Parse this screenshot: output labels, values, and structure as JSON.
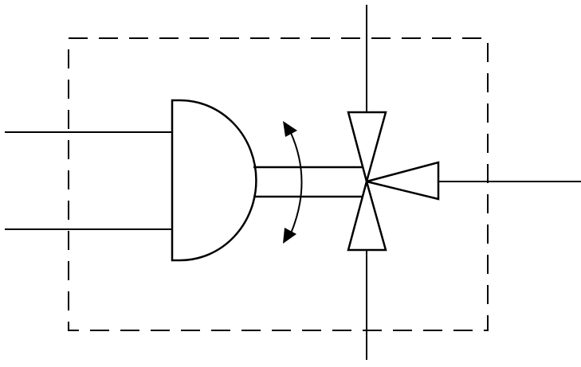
{
  "diagram": {
    "colors": {
      "background": "#ffffff",
      "stroke": "#000000"
    },
    "elements": [
      "dashed-boundary",
      "input-line-top",
      "input-line-bottom",
      "actuator-body",
      "actuator-shaft",
      "rotation-arrow-icon",
      "three-way-valve-icon",
      "vertical-pipe",
      "side-port-pipe"
    ]
  }
}
